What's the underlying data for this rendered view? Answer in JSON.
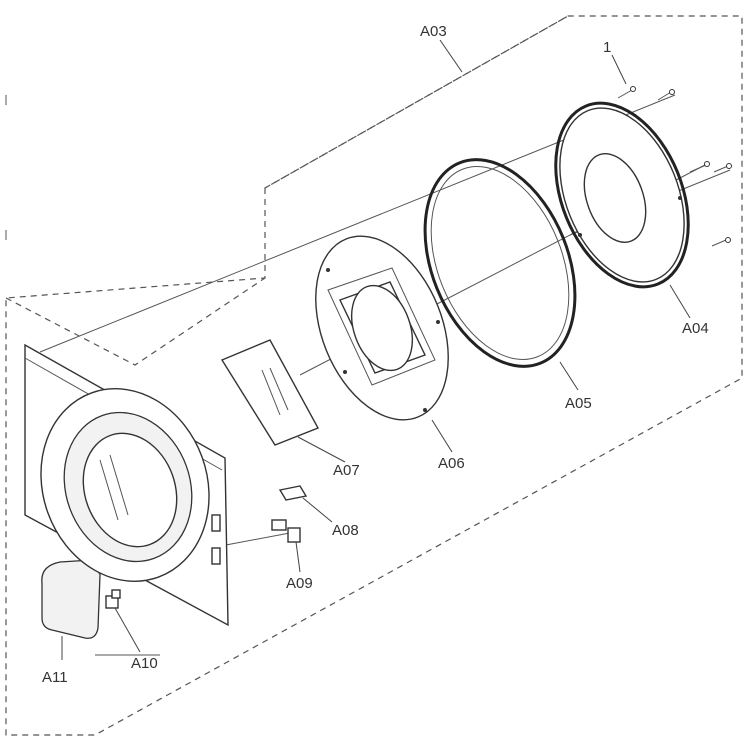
{
  "diagram": {
    "labels": {
      "a03": "A03",
      "screw": "1",
      "a04": "A04",
      "a05": "A05",
      "a06": "A06",
      "a07": "A07",
      "a08": "A08",
      "a09": "A09",
      "a10": "A10",
      "a11": "A11"
    }
  }
}
